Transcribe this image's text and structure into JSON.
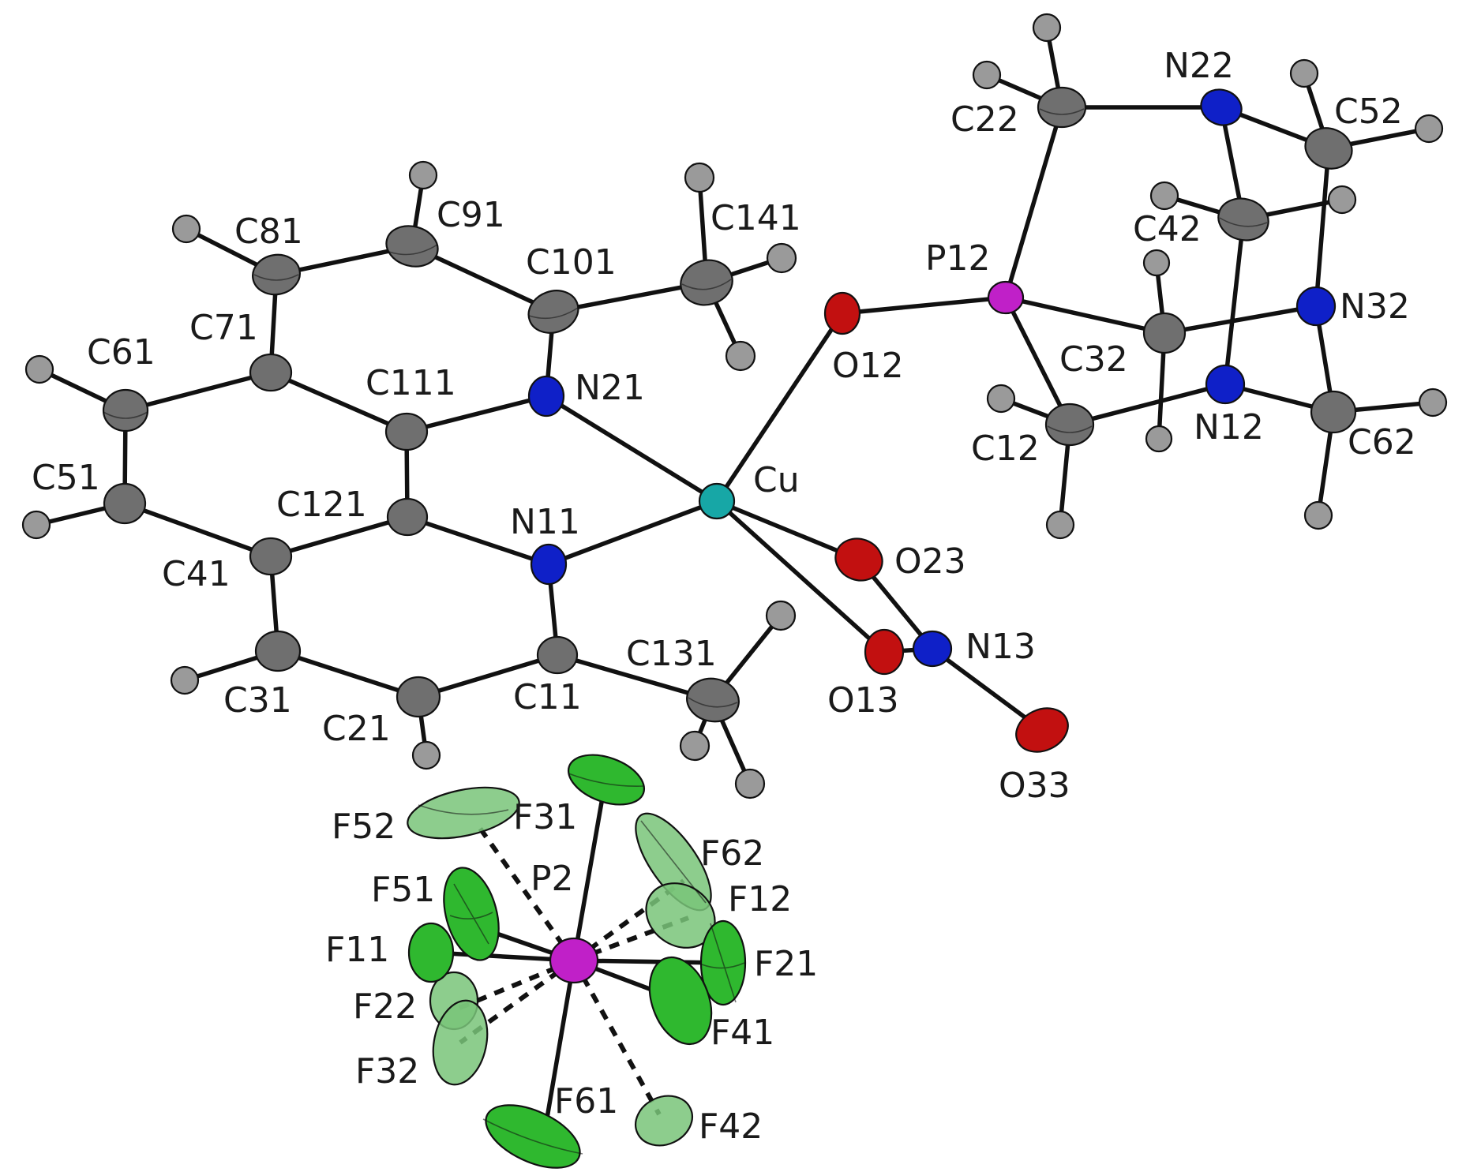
{
  "colors": {
    "C": "#6f6f6f",
    "H": "#9a9a9a",
    "N": "#0f20c8",
    "O": "#c21010",
    "Cu": "#17a7a6",
    "P": "#c020c8",
    "F": "#2fb82f",
    "F_minor": "#79c479"
  },
  "labels": {
    "cu": "Cu",
    "n11": "N11",
    "n21": "N21",
    "n12": "N12",
    "n22": "N22",
    "n32": "N32",
    "n13": "N13",
    "o12": "O12",
    "o13": "O13",
    "o23": "O23",
    "o33": "O33",
    "p12": "P12",
    "p2": "P2",
    "c11": "C11",
    "c21": "C21",
    "c31": "C31",
    "c41": "C41",
    "c51": "C51",
    "c61": "C61",
    "c71": "C71",
    "c81": "C81",
    "c91": "C91",
    "c101": "C101",
    "c111": "C111",
    "c121": "C121",
    "c131": "C131",
    "c141": "C141",
    "c12": "C12",
    "c22": "C22",
    "c32": "C32",
    "c42": "C42",
    "c52": "C52",
    "c62": "C62",
    "f11": "F11",
    "f12": "F12",
    "f21": "F21",
    "f22": "F22",
    "f31": "F31",
    "f32": "F32",
    "f41": "F41",
    "f42": "F42",
    "f51": "F51",
    "f52": "F52",
    "f61": "F61",
    "f62": "F62"
  }
}
